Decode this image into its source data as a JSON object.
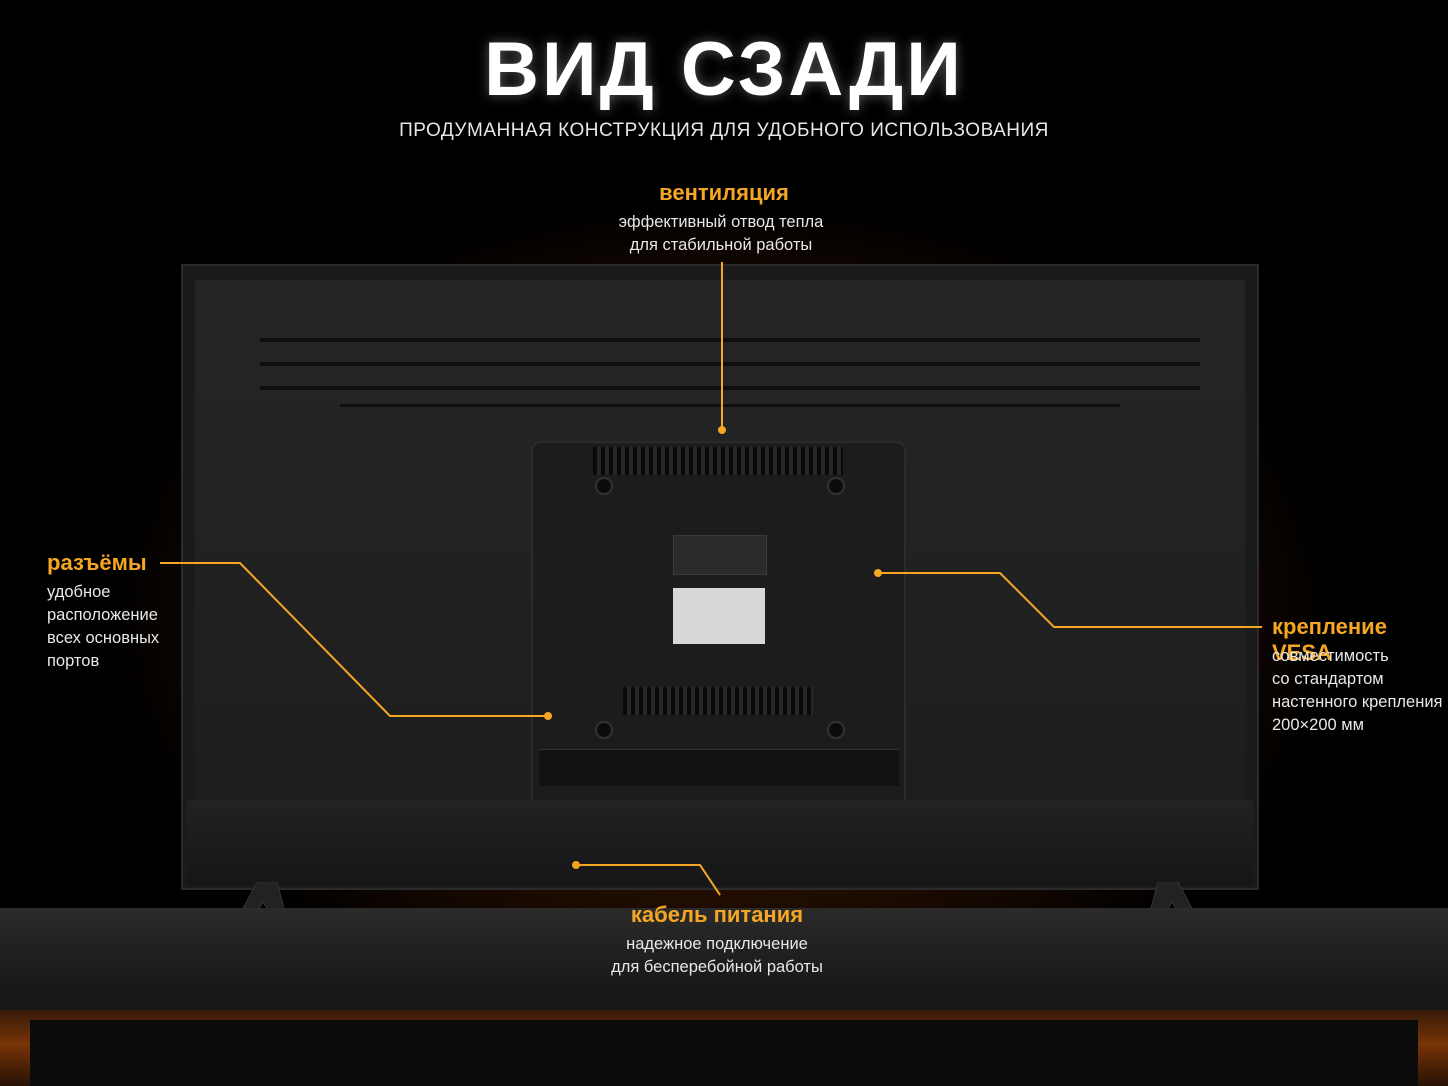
{
  "header": {
    "title": "ВИД СЗАДИ",
    "subtitle": "ПРОДУМАННАЯ КОНСТРУКЦИЯ ДЛЯ УДОБНОГО ИСПОЛЬЗОВАНИЯ"
  },
  "callouts": {
    "ventilation": {
      "title": "вентиляция",
      "line1": "эффективный отвод тепла",
      "line2": "для стабильной работы"
    },
    "connectors": {
      "title": "разъёмы",
      "line1": "удобное",
      "line2": "расположение",
      "line3": "всех основных",
      "line4": "портов"
    },
    "vesa": {
      "title": "крепление VESA",
      "line1": "совместимость",
      "line2": "со стандартом",
      "line3": "настенного крепления",
      "line4": "200×200 мм"
    },
    "power": {
      "title": "кабель питания",
      "line1": "надежное подключение",
      "line2": "для бесперебойной работы"
    }
  },
  "colors": {
    "accent": "#f5a623",
    "background": "#000000",
    "glow": "#ff7814"
  }
}
